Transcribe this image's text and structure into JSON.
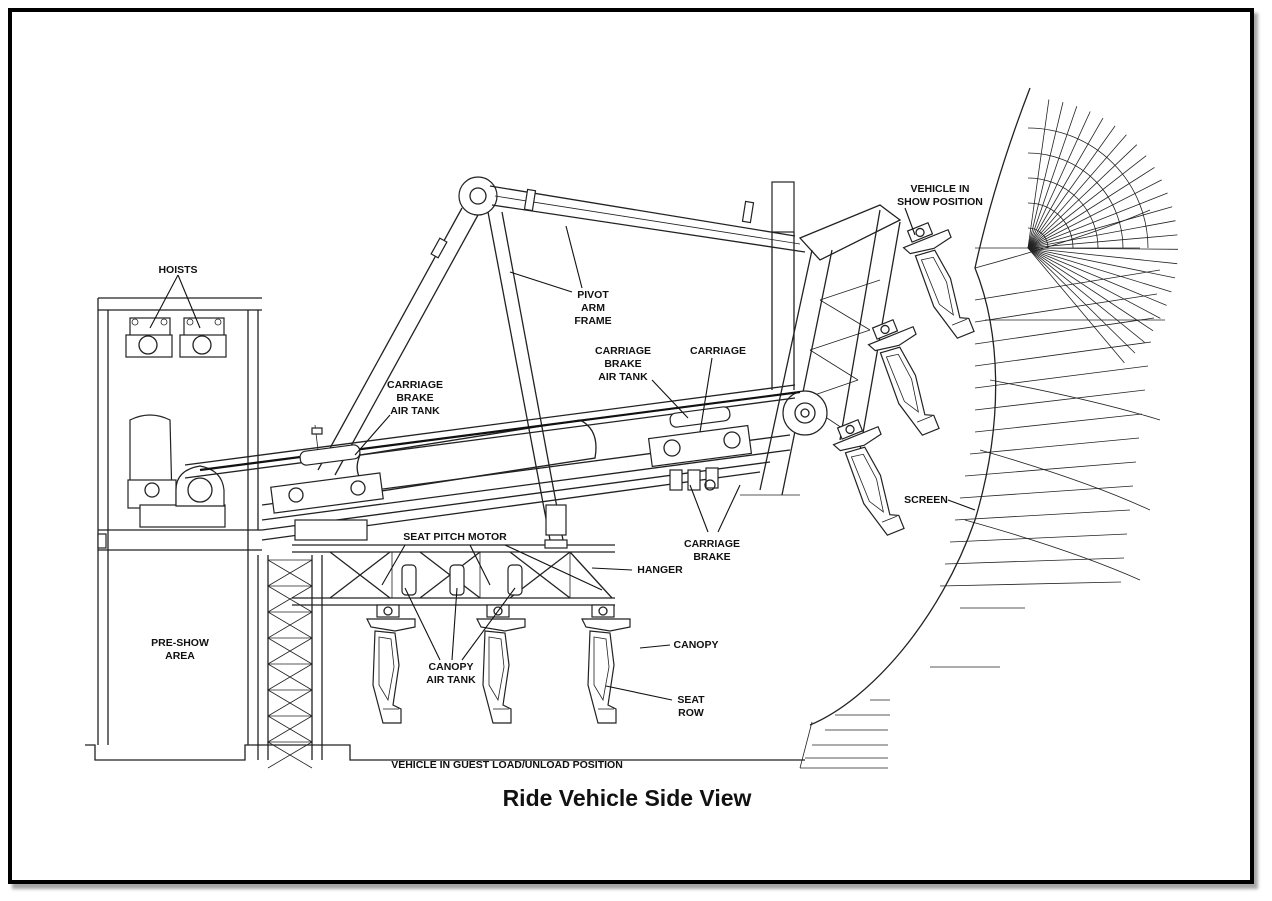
{
  "caption": "Ride Vehicle Side View",
  "labels": {
    "hoists": "HOISTS",
    "carriage_brake_air_tank_left": [
      "CARRIAGE",
      "BRAKE",
      "AIR TANK"
    ],
    "pivot_arm_frame": [
      "PIVOT",
      "ARM",
      "FRAME"
    ],
    "carriage_brake_air_tank_right": [
      "CARRIAGE",
      "BRAKE",
      "AIR TANK"
    ],
    "carriage": "CARRIAGE",
    "vehicle_in_show_position": [
      "VEHICLE IN",
      "SHOW POSITION"
    ],
    "screen": "SCREEN",
    "carriage_brake": [
      "CARRIAGE",
      "BRAKE"
    ],
    "seat_pitch_motor": "SEAT PITCH MOTOR",
    "hanger": "HANGER",
    "canopy": "CANOPY",
    "canopy_air_tank": [
      "CANOPY",
      "AIR TANK"
    ],
    "seat_row": [
      "SEAT",
      "ROW"
    ],
    "pre_show_area": [
      "PRE-SHOW",
      "AREA"
    ],
    "vehicle_in_guest_load_unload_position": "VEHICLE IN GUEST LOAD/UNLOAD POSITION"
  }
}
